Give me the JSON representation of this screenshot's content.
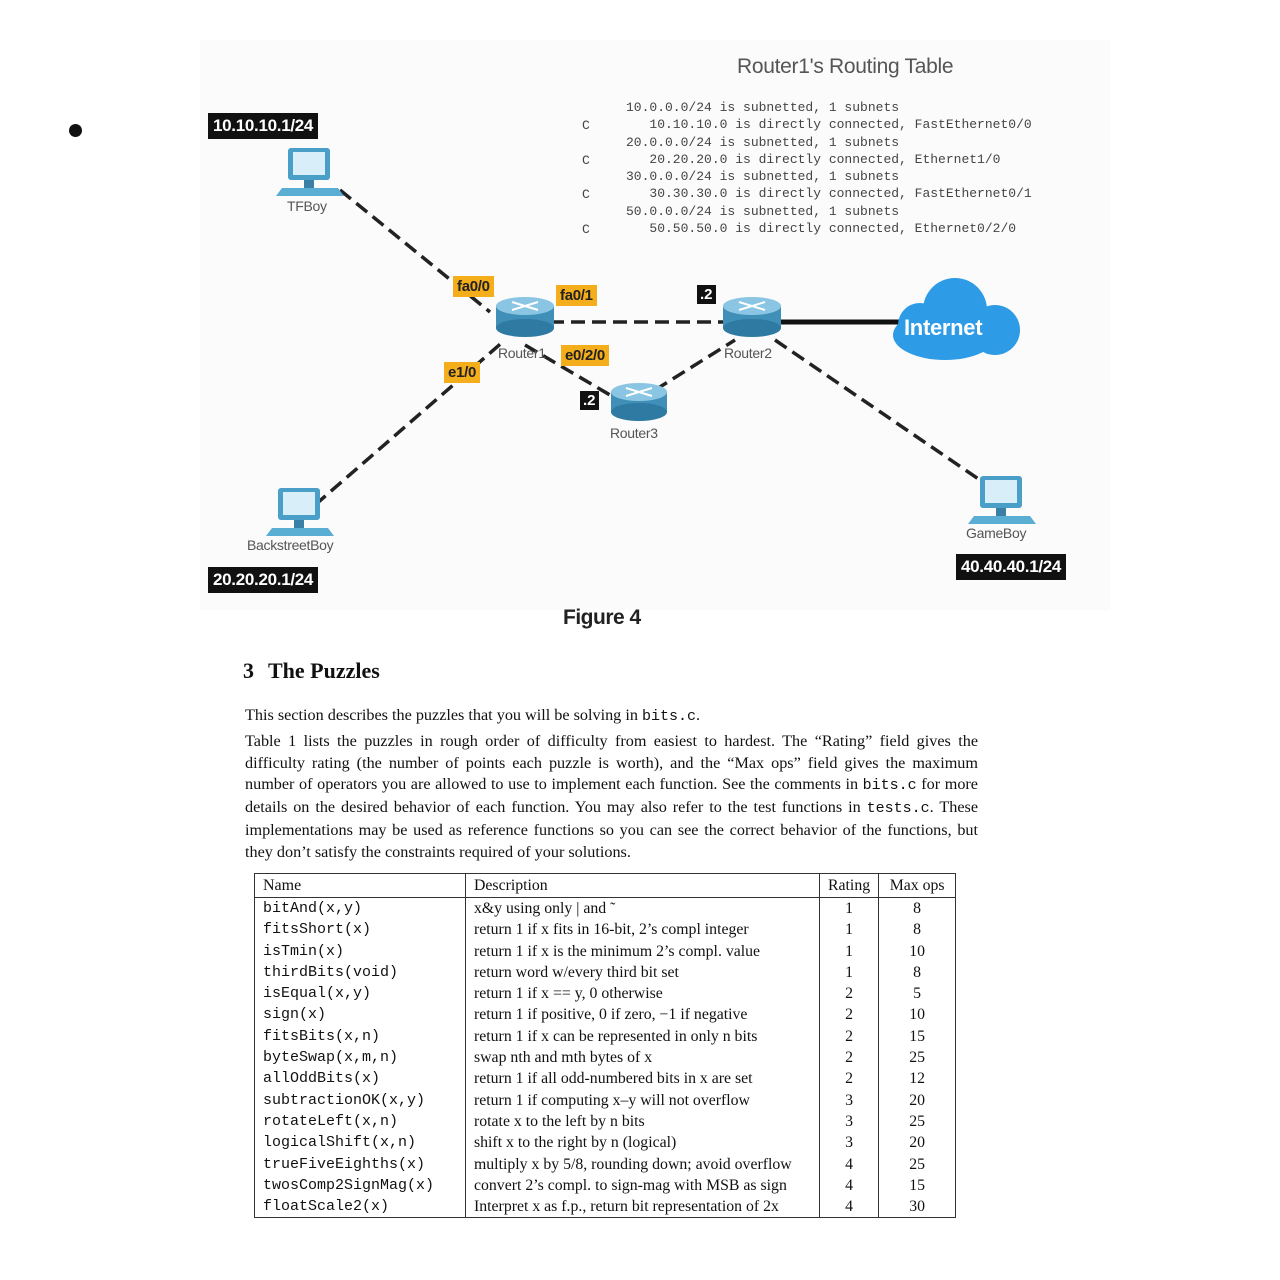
{
  "figure": {
    "routing_table_title": "Router1's Routing Table",
    "routing_codes": [
      "C",
      "C",
      "C",
      "C"
    ],
    "routing_lines": [
      "10.0.0.0/24 is subnetted, 1 subnets",
      "   10.10.10.0 is directly connected, FastEthernet0/0",
      "20.0.0.0/24 is subnetted, 1 subnets",
      "   20.20.20.0 is directly connected, Ethernet1/0",
      "30.0.0.0/24 is subnetted, 1 subnets",
      "   30.30.30.0 is directly connected, FastEthernet0/1",
      "50.0.0.0/24 is subnetted, 1 subnets",
      "   50.50.50.0 is directly connected, Ethernet0/2/0"
    ],
    "ip_tfboy": "10.10.10.1/24",
    "ip_backstreet": "20.20.20.1/24",
    "ip_gameboy": "40.40.40.1/24",
    "host_tfboy": "TFBoy",
    "host_backstreet": "BackstreetBoy",
    "host_gameboy": "GameBoy",
    "router1": "Router1",
    "router2": "Router2",
    "router3": "Router3",
    "if_fa00": "fa0/0",
    "if_fa01": "fa0/1",
    "if_e10": "e1/0",
    "if_e020": "e0/2/0",
    "suffix_r2": ".2",
    "suffix_r3": ".2",
    "internet": "Internet",
    "caption": "Figure 4",
    "colors": {
      "interface": "#f4ad1b",
      "cloud": "#2d9be6",
      "router": "#4a9fc8"
    }
  },
  "section": {
    "number": "3",
    "title": "The Puzzles"
  },
  "para1": {
    "before": "This section describes the puzzles that you will be solving in ",
    "code": "bits.c",
    "after": "."
  },
  "para2": {
    "t1": "Table 1 lists the puzzles in rough order of difficulty from easiest to hardest. The “Rating” field gives the difficulty rating (the number of points each puzzle is worth), and the “Max ops” field gives the maximum number of operators you are allowed to use to implement each function. See the comments in ",
    "c1": "bits.c",
    "t2": " for more details on the desired behavior of each function. You may also refer to the test functions in ",
    "c2": "tests.c",
    "t3": ". These implementations may be used as reference functions so you can see the correct behavior of the functions, but they don’t satisfy the constraints required of your solutions."
  },
  "table": {
    "headers": [
      "Name",
      "Description",
      "Rating",
      "Max ops"
    ],
    "rows": [
      [
        "bitAnd(x,y)",
        "x&y using only | and ˜",
        "1",
        "8"
      ],
      [
        "fitsShort(x)",
        "return 1 if x fits in 16-bit, 2’s compl integer",
        "1",
        "8"
      ],
      [
        "isTmin(x)",
        "return 1 if x is the minimum 2’s compl. value",
        "1",
        "10"
      ],
      [
        "thirdBits(void)",
        "return word w/every third bit set",
        "1",
        "8"
      ],
      [
        "isEqual(x,y)",
        "return 1 if x == y, 0 otherwise",
        "2",
        "5"
      ],
      [
        "sign(x)",
        "return 1 if positive, 0 if zero, −1 if negative",
        "2",
        "10"
      ],
      [
        "fitsBits(x,n)",
        "return 1 if x can be represented in only n bits",
        "2",
        "15"
      ],
      [
        "byteSwap(x,m,n)",
        "swap nth and mth bytes of x",
        "2",
        "25"
      ],
      [
        "allOddBits(x)",
        "return 1 if all odd-numbered bits in x are set",
        "2",
        "12"
      ],
      [
        "subtractionOK(x,y)",
        "return 1 if computing x–y will not overflow",
        "3",
        "20"
      ],
      [
        "rotateLeft(x,n)",
        "rotate x to the left by n bits",
        "3",
        "25"
      ],
      [
        "logicalShift(x,n)",
        "shift x to the right by n (logical)",
        "3",
        "20"
      ],
      [
        "trueFiveEighths(x)",
        "multiply x by 5/8, rounding down; avoid overflow",
        "4",
        "25"
      ],
      [
        "twosComp2SignMag(x)",
        "convert 2’s compl. to sign-mag with MSB as sign",
        "4",
        "15"
      ],
      [
        "floatScale2(x)",
        "Interpret x as f.p., return bit representation of 2x",
        "4",
        "30"
      ]
    ]
  }
}
